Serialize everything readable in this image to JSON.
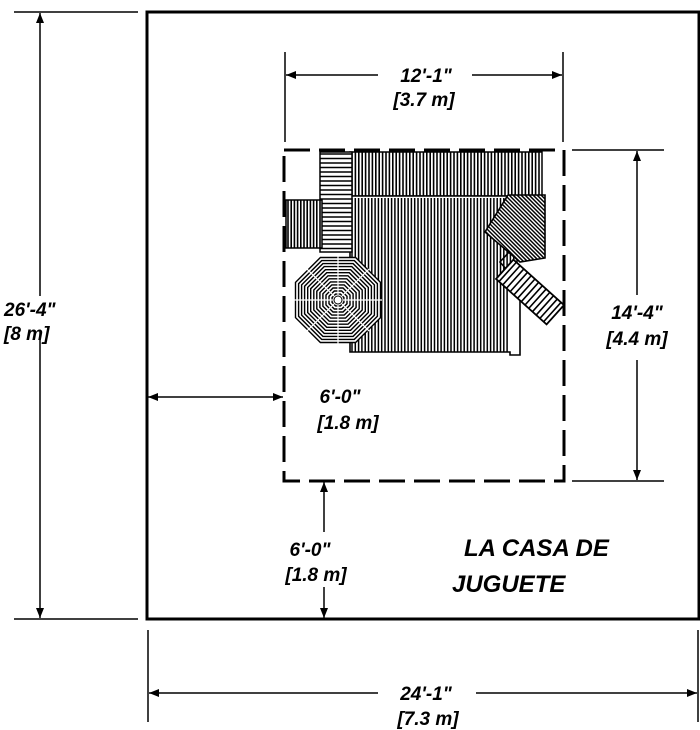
{
  "title": {
    "line1": "LA CASA DE",
    "line2": "JUGUETE"
  },
  "dimensions": {
    "play_area_width": {
      "imperial": "12'-1\"",
      "metric": "[3.7 m]"
    },
    "play_area_depth": {
      "imperial": "14'-4\"",
      "metric": "[4.4 m]"
    },
    "clearance_side": {
      "imperial": "6'-0\"",
      "metric": "[1.8 m]"
    },
    "clearance_front": {
      "imperial": "6'-0\"",
      "metric": "[1.8 m]"
    },
    "total_depth": {
      "imperial": "26'-4\"",
      "metric": "[8 m]"
    },
    "total_width": {
      "imperial": "24'-1\"",
      "metric": "[7.3 m]"
    }
  },
  "colors": {
    "line": "#000000",
    "background": "#ffffff"
  }
}
